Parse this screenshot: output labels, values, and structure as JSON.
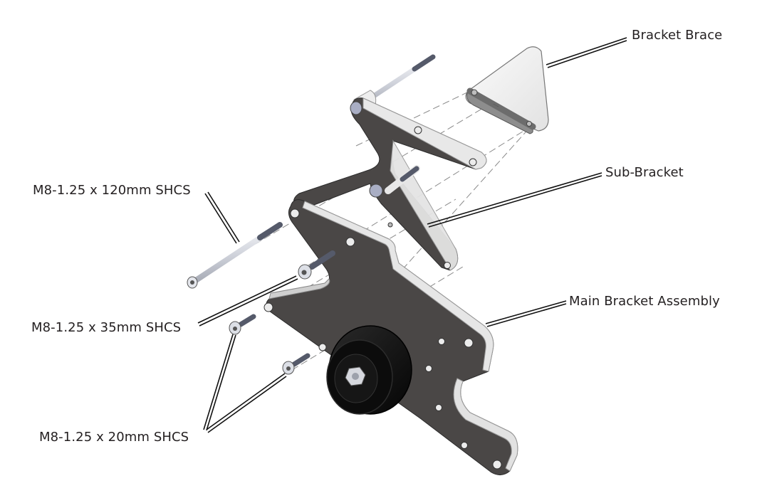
{
  "diagram": {
    "type": "exploded-assembly",
    "background": "#ffffff",
    "colors": {
      "plate_face": "#4a4746",
      "plate_edge": "#e6e6e6",
      "plate_edge_shadow": "#bdbdbd",
      "pulley": "#141414",
      "bolt": "#d9dce3",
      "bolt_thread": "#555a6a",
      "leader": "#111111",
      "centerline": "#777777",
      "label_text": "#231f20"
    },
    "callouts": [
      {
        "id": "bracket-brace",
        "label": "Bracket Brace"
      },
      {
        "id": "sub-bracket",
        "label": "Sub-Bracket"
      },
      {
        "id": "main-bracket-assembly",
        "label": "Main Bracket Assembly"
      },
      {
        "id": "bolt-120mm",
        "label": "M8-1.25 x 120mm SHCS"
      },
      {
        "id": "bolt-35mm",
        "label": "M8-1.25 x 35mm SHCS"
      },
      {
        "id": "bolt-20mm",
        "label": "M8-1.25 x 20mm SHCS"
      }
    ],
    "parts": [
      {
        "name": "Bracket Brace",
        "quantity": 1
      },
      {
        "name": "Sub-Bracket",
        "quantity": 1
      },
      {
        "name": "Main Bracket Assembly",
        "quantity": 1,
        "includes": "idler pulley"
      },
      {
        "name": "M8-1.25 x 120mm SHCS",
        "quantity": 1
      },
      {
        "name": "M8-1.25 x 35mm SHCS",
        "quantity": 1
      },
      {
        "name": "M8-1.25 x 20mm SHCS",
        "quantity": 2
      }
    ]
  }
}
